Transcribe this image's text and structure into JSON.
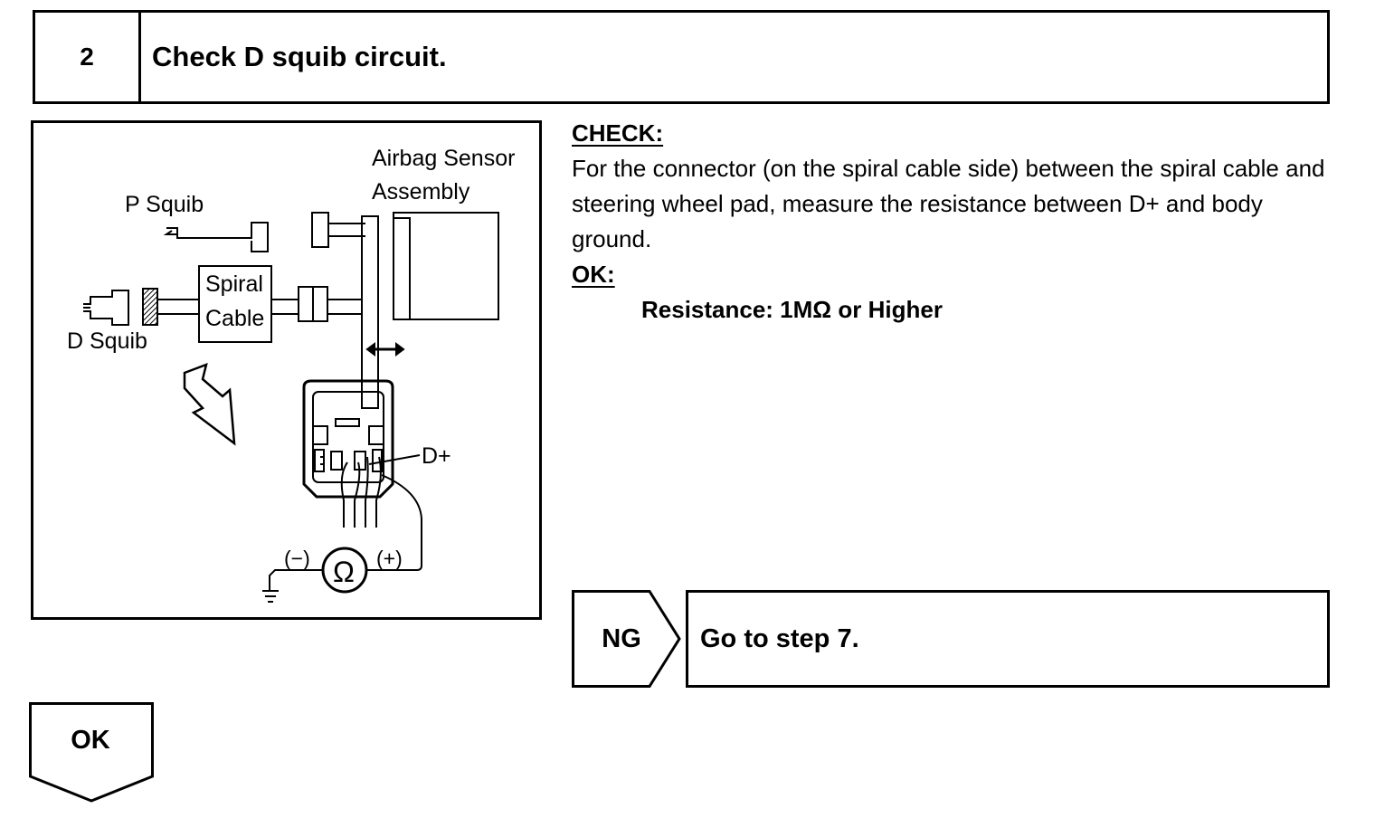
{
  "step": {
    "number": "2",
    "title": "Check D squib circuit."
  },
  "figure": {
    "labels": {
      "p_squib": "P Squib",
      "d_squib": "D Squib",
      "airbag_line1": "Airbag Sensor",
      "airbag_line2": "Assembly",
      "spiral_line1": "Spiral",
      "spiral_line2": "Cable",
      "d_plus": "D+",
      "minus": "(−)",
      "plus": "(+)",
      "ohm": "Ω"
    }
  },
  "check": {
    "heading": "CHECK:",
    "body": "For the connector (on the spiral cable side) between the spiral cable and steering wheel pad, measure the resistance between D+ and body ground."
  },
  "ok_spec": {
    "heading": "OK:",
    "value": "Resistance: 1MΩ or Higher"
  },
  "ng": {
    "label": "NG",
    "action": "Go to step 7."
  },
  "ok_branch": {
    "label": "OK"
  }
}
